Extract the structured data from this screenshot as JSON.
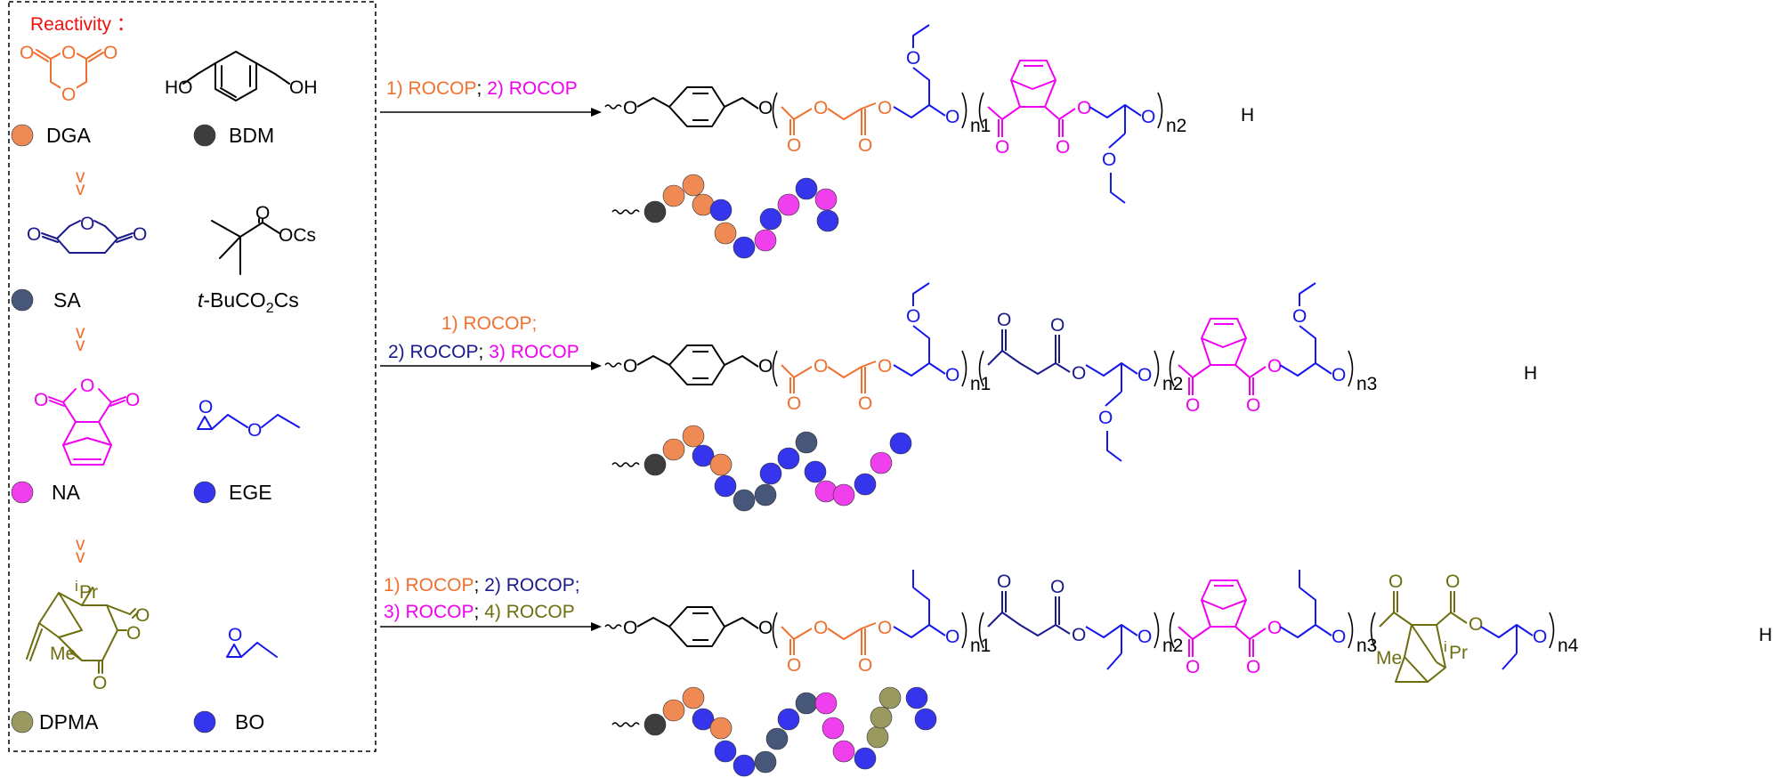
{
  "colors": {
    "DGA": "#f07030",
    "SA": "#1a1a8c",
    "NA": "#f000f0",
    "DPMA": "#6e6e10",
    "EGE": "#1515ee",
    "black": "#000000",
    "reactivity": "#ee1111",
    "bead_dga": "#f08a55",
    "bead_bdm": "#3d3d3d",
    "bead_sa": "#46577a",
    "bead_na": "#f040ee",
    "bead_ege": "#3535ee",
    "bead_dpma": "#9a9a60"
  },
  "legend": {
    "title": "Reactivity ：",
    "arrows": [
      "v",
      "v"
    ],
    "monomers": [
      {
        "key": "DGA",
        "label": "DGA",
        "bead": "bead_dga"
      },
      {
        "key": "BDM",
        "label": "BDM",
        "bead": "bead_bdm"
      },
      {
        "key": "SA",
        "label": "SA",
        "bead": "bead_sa"
      },
      {
        "key": "CsPiv",
        "label_parts": [
          "t",
          "-BuCO",
          "2",
          "Cs"
        ]
      },
      {
        "key": "NA",
        "label": "NA",
        "bead": "bead_na"
      },
      {
        "key": "EGE",
        "label": "EGE",
        "bead": "bead_ege"
      },
      {
        "key": "DPMA",
        "label": "DPMA",
        "bead": "bead_dpma"
      },
      {
        "key": "BO",
        "label": "BO",
        "bead": "bead_ege"
      }
    ],
    "atoms": {
      "O": "O",
      "OH": "OH",
      "HO": "HO",
      "OCs": "OCs",
      "iPr_sup": "i",
      "Pr": "Pr",
      "Me": "Me"
    }
  },
  "reactions": [
    {
      "conditions": [
        {
          "text": "1) ROCOP",
          "color": "DGA"
        },
        {
          "text": "; ",
          "color": "black"
        },
        {
          "text": "2) ROCOP",
          "color": "NA"
        }
      ],
      "subscripts": [
        "n1",
        "n2"
      ],
      "end": "H",
      "beads": [
        "bead_bdm",
        "bead_dga",
        "bead_dga",
        "bead_dga",
        "bead_ege",
        "bead_dga",
        "bead_ege",
        "bead_na",
        "bead_ege",
        "bead_na",
        "bead_ege",
        "bead_na",
        "bead_ege"
      ]
    },
    {
      "conditions_line1": [
        {
          "text": "1) ROCOP;",
          "color": "DGA"
        }
      ],
      "conditions_line2": [
        {
          "text": "2) ROCOP",
          "color": "SA"
        },
        {
          "text": "; ",
          "color": "black"
        },
        {
          "text": "3) ROCOP",
          "color": "NA"
        }
      ],
      "subscripts": [
        "n1",
        "n2",
        "n3"
      ],
      "end": "H",
      "beads": [
        "bead_bdm",
        "bead_dga",
        "bead_dga",
        "bead_ege",
        "bead_dga",
        "bead_ege",
        "bead_sa",
        "bead_sa",
        "bead_ege",
        "bead_ege",
        "bead_sa",
        "bead_ege",
        "bead_na",
        "bead_na",
        "bead_ege",
        "bead_na",
        "bead_ege"
      ]
    },
    {
      "conditions_line1": [
        {
          "text": "1) ROCOP",
          "color": "DGA"
        },
        {
          "text": "; ",
          "color": "black"
        },
        {
          "text": "2) ROCOP;",
          "color": "SA"
        }
      ],
      "conditions_line2": [
        {
          "text": "3) ROCOP",
          "color": "NA"
        },
        {
          "text": "; ",
          "color": "black"
        },
        {
          "text": "4) ROCOP",
          "color": "DPMA"
        }
      ],
      "subscripts": [
        "n1",
        "n2",
        "n3",
        "n4"
      ],
      "end": "H",
      "beads": [
        "bead_bdm",
        "bead_dga",
        "bead_dga",
        "bead_ege",
        "bead_dga",
        "bead_ege",
        "bead_ege",
        "bead_sa",
        "bead_sa",
        "bead_ege",
        "bead_sa",
        "bead_na",
        "bead_na",
        "bead_na",
        "bead_ege",
        "bead_dpma",
        "bead_dpma",
        "bead_dpma",
        "bead_ege",
        "bead_ege"
      ]
    }
  ]
}
